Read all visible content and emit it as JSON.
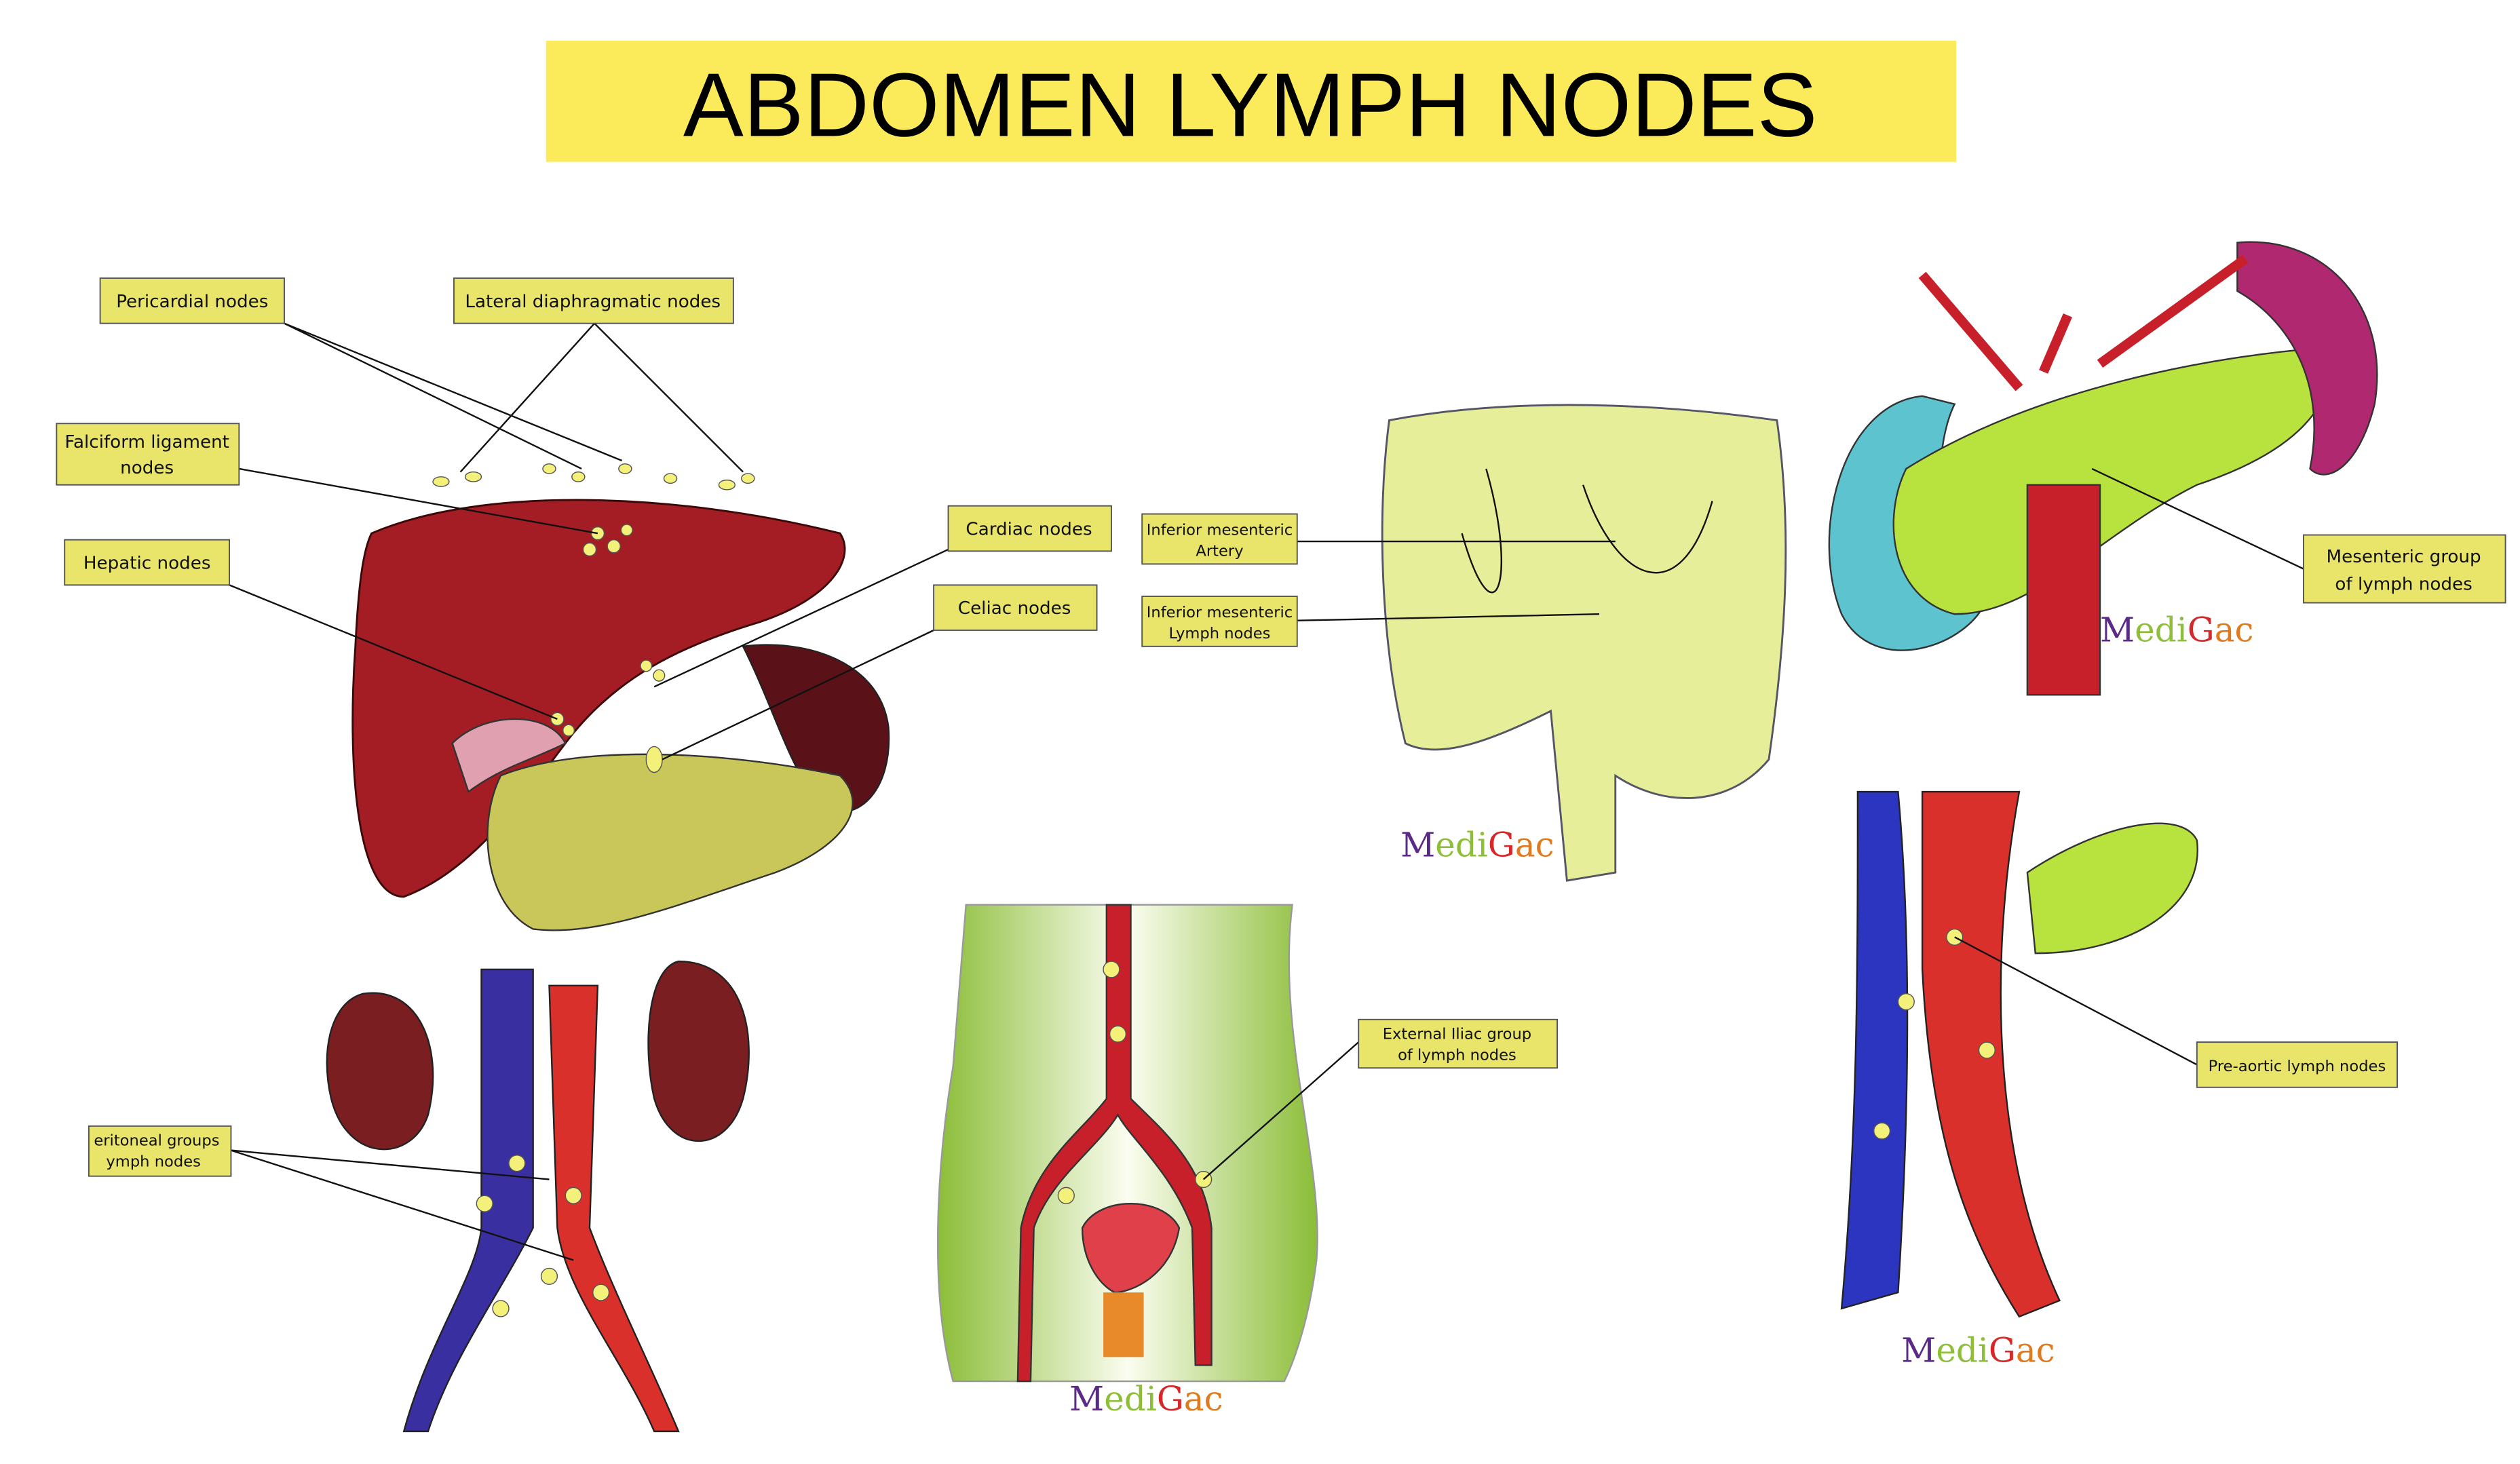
{
  "title": "ABDOMEN LYMPH NODES",
  "labels": {
    "pericardial": "Pericardial nodes",
    "lateral_diaphragmatic": "Lateral diaphragmatic nodes",
    "falciform": [
      "Falciform ligament",
      "nodes"
    ],
    "hepatic": "Hepatic nodes",
    "cardiac": "Cardiac nodes",
    "celiac": "Celiac nodes",
    "inf_mes_artery": [
      "Inferior mesenteric",
      "Artery"
    ],
    "inf_mes_lymph": [
      "Inferior mesenteric",
      "Lymph nodes"
    ],
    "mesenteric_group": [
      "Mesenteric group",
      "of lymph nodes"
    ],
    "pre_aortic": "Pre-aortic lymph nodes",
    "external_iliac": [
      "External Iliac group",
      "of lymph nodes"
    ],
    "retroperitoneal": [
      "eritoneal groups",
      "ymph nodes"
    ]
  },
  "watermark": {
    "parts": [
      "M",
      "edi",
      "G",
      "ac"
    ],
    "colors": [
      "#5b2a86",
      "#8fbf3a",
      "#d62828",
      "#e07a1f"
    ]
  },
  "colors": {
    "title_bg": "#fbeb5b",
    "label_bg": "#e9e46a",
    "liver": "#a51d24",
    "colon": "#e6ee9a",
    "artery": "#d9302c",
    "vein": "#3a2fa0",
    "node": "#f4f17a"
  }
}
